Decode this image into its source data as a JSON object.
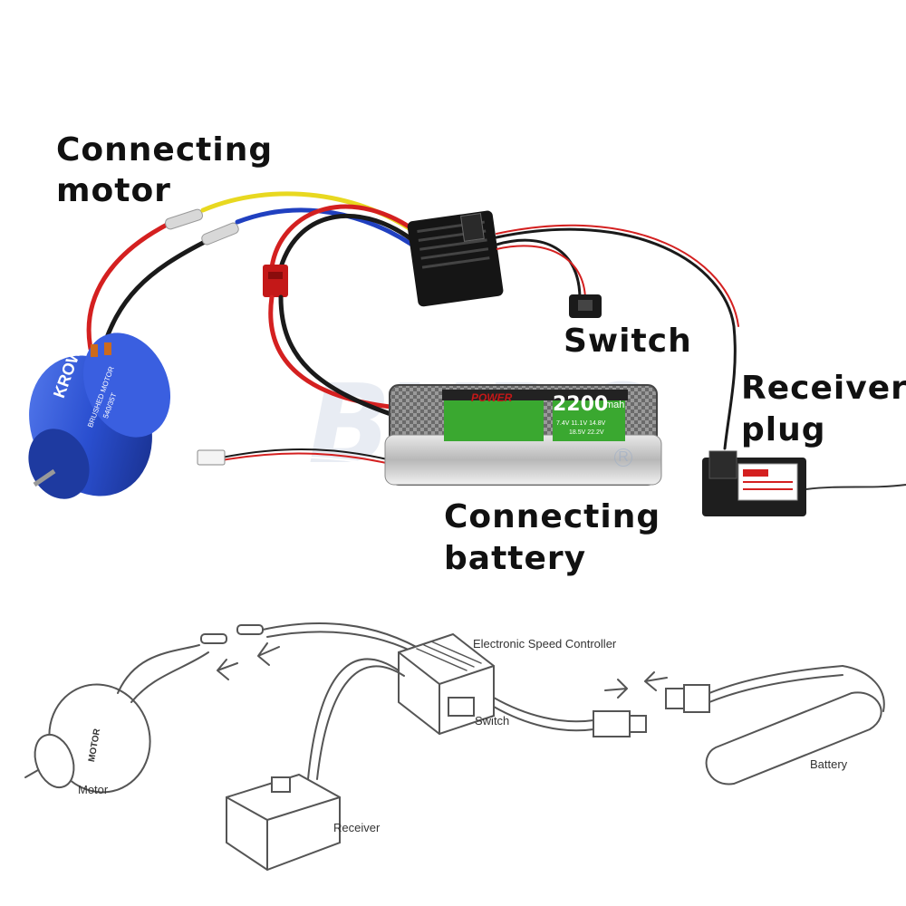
{
  "photo_labels": {
    "motor": [
      "Connecting",
      "motor"
    ],
    "switch": "Switch",
    "receiver": [
      "Receiver",
      "plug"
    ],
    "battery": [
      "Connecting",
      "battery"
    ]
  },
  "watermark": {
    "text": "BYRC",
    "mark": "R"
  },
  "battery_pack": {
    "brand": "POWER",
    "capacity": "2200",
    "unit": "mah",
    "voltages_row1": "7.4V  11.1V  14.8V",
    "voltages_row2": "18.5V  22.2V"
  },
  "motor_can": {
    "brand": "KROW",
    "model": "BRUSHED MOTOR",
    "spec": "540/35T"
  },
  "diagram_labels": {
    "esc": "Electronic Speed Controller",
    "switch": "Switch",
    "motor": "Motor",
    "receiver": "Receiver",
    "battery": "Battery",
    "motor_body": "MOTOR"
  },
  "colors": {
    "wire_red": "#d42020",
    "wire_black": "#1a1a1a",
    "wire_yellow": "#e8d820",
    "wire_blue": "#2040c0",
    "motor_blue": "#2a4fd0",
    "connector_red": "#c41818",
    "battery_green": "#3aa830",
    "sketch_gray": "#555555"
  }
}
